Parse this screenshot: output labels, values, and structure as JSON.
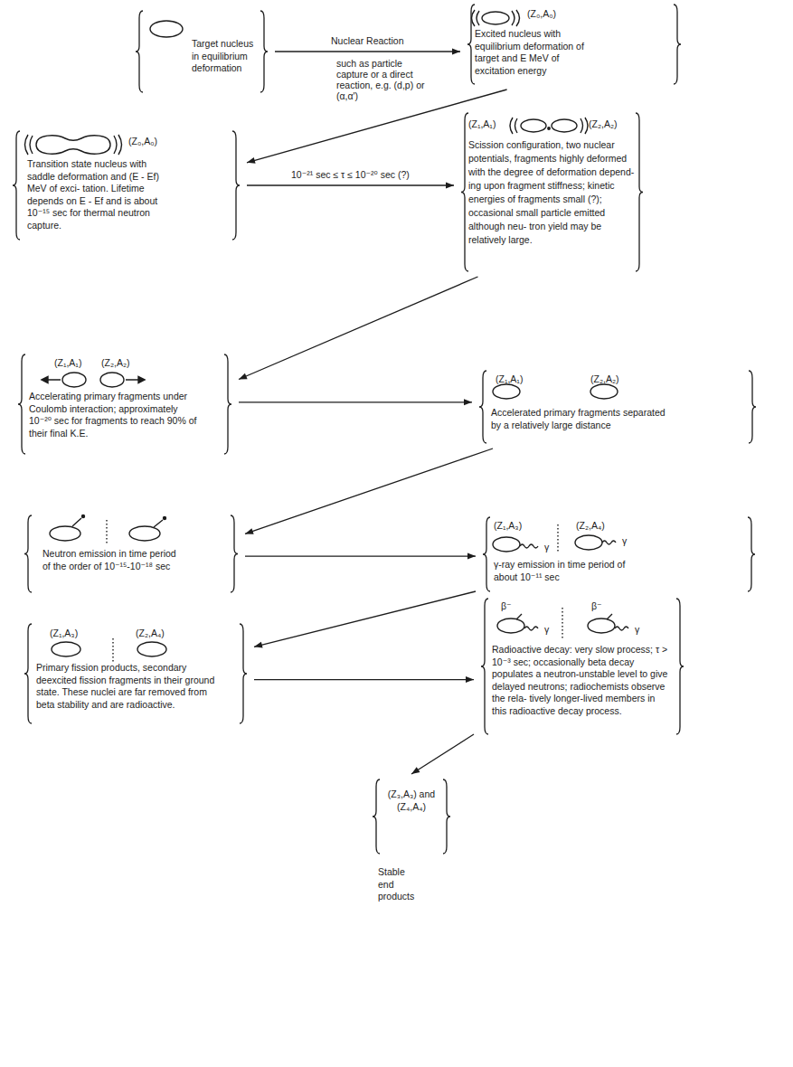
{
  "diagram": {
    "nodes": [
      {
        "text": [
          "Target nucleus in equilibrium deformation"
        ]
      },
      {
        "text": [
          "(Z₀,A₀)",
          "Excited nucleus with equilibrium deformation of target and E MeV of excitation energy"
        ]
      },
      {
        "text": [
          "(Z₀,A₀)",
          "Transition state nucleus with saddle deformation and (E - Ef) MeV of exci- tation. Lifetime depends on E - Ef and is about 10⁻¹⁵ sec for thermal neutron capture."
        ]
      },
      {
        "text": [
          "(Z₁,A₁)",
          "(Z₂,A₂)",
          "Scission configuration, two nuclear potentials, fragments highly deformed with the degree of deformation depend- ing upon fragment stiffness; kinetic energies of fragments small (?); occasional small particle emitted although neu- tron yield may be relatively large."
        ]
      },
      {
        "text": [
          "(Z₁,A₁)",
          "(Z₂,A₂)",
          "Accelerating primary fragments under Coulomb interaction; approximately 10⁻²⁰ sec for fragments to reach 90% of their final K.E."
        ]
      },
      {
        "text": [
          "(Z₁,A₁)",
          "(Z₂,A₂)",
          "Accelerated primary fragments separated by a relatively large distance"
        ]
      },
      {
        "text": [
          "Neutron emission in time period of the order of 10⁻¹⁵-10⁻¹⁸ sec"
        ]
      },
      {
        "text": [
          "(Z₁,A₃)",
          "(Z₂,A₄)",
          "γ",
          "γ",
          "γ-ray emission in time period of about 10⁻¹¹ sec"
        ]
      },
      {
        "text": [
          "(Z₁,A₃)",
          "(Z₂,A₄)",
          "Primary fission products, secondary deexcited fission fragments in their ground state. These nuclei are far removed from beta stability and are radioactive."
        ]
      },
      {
        "text": [
          "β⁻",
          "β⁻",
          "γ",
          "γ",
          "Radioactive decay: very slow process; τ > 10⁻³ sec; occasionally beta decay populates a neutron-unstable level to give delayed neutrons; radiochemists observe the rela- tively longer-lived members in this radioactive decay process."
        ]
      },
      {
        "text": [
          "(Z₃,A₃) and (Z₄,A₄)",
          "Stable end products"
        ]
      }
    ],
    "edges": [
      {
        "from": 0,
        "to": 1,
        "arrow": "to",
        "label": "Nuclear Reaction"
      },
      {
        "from": 1,
        "to": 2,
        "arrow": "to"
      },
      {
        "from": 2,
        "to": 3,
        "arrow": "to",
        "label": "10⁻²¹ sec ≤ τ ≤ 10⁻²⁰ sec (?)"
      },
      {
        "from": 3,
        "to": 4,
        "arrow": "to"
      },
      {
        "from": 4,
        "to": 5,
        "arrow": "to"
      },
      {
        "from": 5,
        "to": 6,
        "arrow": "to"
      },
      {
        "from": 6,
        "to": 7,
        "arrow": "to"
      },
      {
        "from": 7,
        "to": 8,
        "arrow": "to"
      },
      {
        "from": 8,
        "to": 9,
        "arrow": "to"
      },
      {
        "from": 9,
        "to": 10,
        "arrow": "to"
      }
    ],
    "labels": [
      "such as particle capture or a direct reaction, e.g. (d,p) or (α,α')"
    ]
  }
}
